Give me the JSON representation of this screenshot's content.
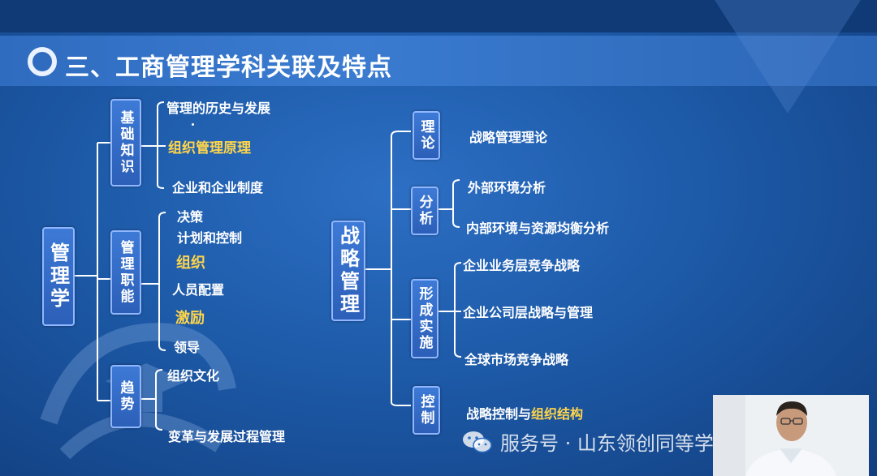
{
  "title": "三、工商管理学科关联及特点",
  "left": {
    "root": "管理学",
    "groups": [
      {
        "label": "基础知识",
        "items": [
          "管理的历史与发展",
          "组织管理原理",
          "企业和企业制度"
        ]
      },
      {
        "label": "管理职能",
        "items": [
          "决策",
          "计划和控制",
          "组织",
          "人员配置",
          "激励",
          "领导"
        ]
      },
      {
        "label": "趋势",
        "items": [
          "组织文化",
          "变革与发展过程管理"
        ]
      }
    ]
  },
  "right": {
    "root": "战略管理",
    "groups": [
      {
        "label": "理论",
        "items": [
          "战略管理理论"
        ]
      },
      {
        "label": "分析",
        "items": [
          "外部环境分析",
          "内部环境与资源均衡分析"
        ]
      },
      {
        "label": "形成实施",
        "items": [
          "企业业务层竞争战略",
          "企业公司层战略与管理",
          "全球市场竞争战略"
        ]
      },
      {
        "label": "控制",
        "items": [
          "战略控制与",
          "组织结构"
        ]
      }
    ]
  },
  "watermark": "服务号 · 山东领创同等学力申硕",
  "icons": {
    "title_bullet": "ring-icon",
    "watermark_logo": "wechat-icon",
    "background_logo": "graduation-cap-logo"
  },
  "colors": {
    "highlight": "#ffd54a",
    "box_border": "#8fb6ff"
  }
}
